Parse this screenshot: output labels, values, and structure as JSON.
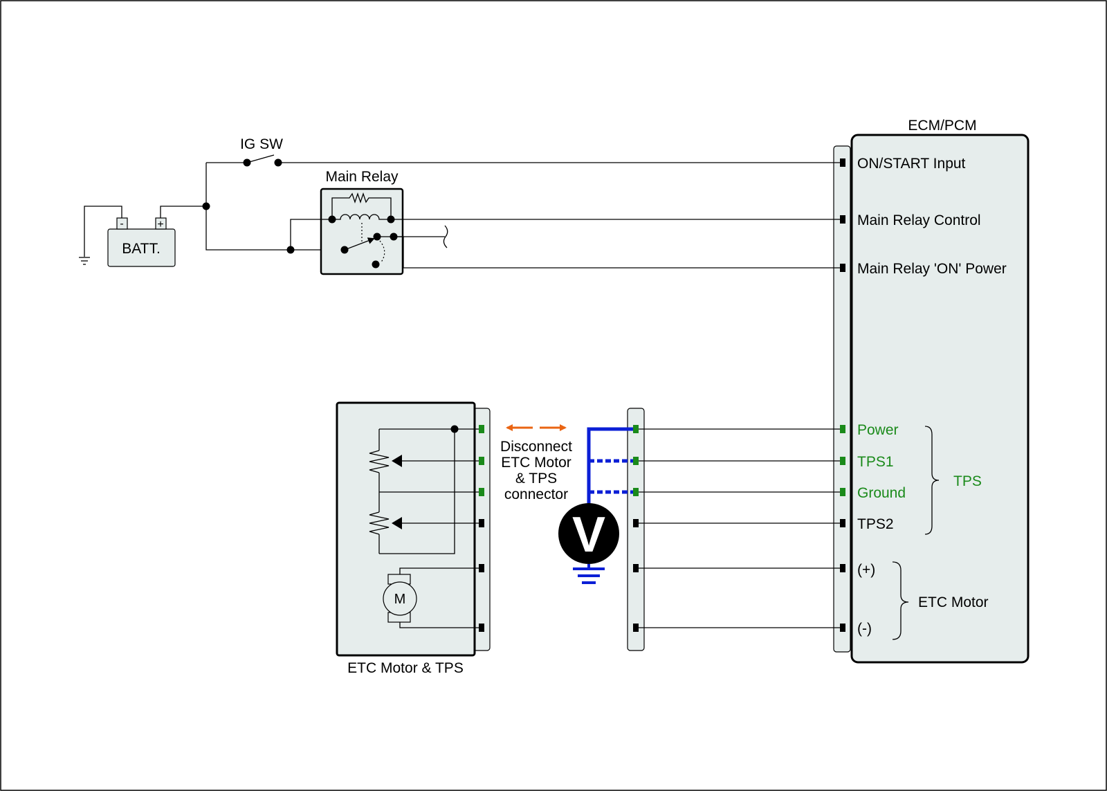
{
  "labels": {
    "ig_sw": "IG SW",
    "main_relay": "Main Relay",
    "battery": "BATT.",
    "battery_neg": "-",
    "battery_pos": "+",
    "ecm": "ECM/PCM",
    "etc_box": "ETC Motor & TPS",
    "motor": "M",
    "voltmeter": "V",
    "disconnect_line1": "Disconnect",
    "disconnect_line2": "ETC Motor",
    "disconnect_line3": "& TPS",
    "disconnect_line4": "connector",
    "tps_group": "TPS",
    "etc_motor_group": "ETC Motor"
  },
  "ecm_pins": {
    "on_start": "ON/START Input",
    "relay_control": "Main Relay Control",
    "relay_on_power": "Main Relay 'ON' Power",
    "power": "Power",
    "tps1": "TPS1",
    "ground": "Ground",
    "tps2": "TPS2",
    "motor_pos": "(+)",
    "motor_neg": "(-)"
  },
  "colors": {
    "tps_green": "#1a8a1a",
    "probe_blue": "#0b1fd6",
    "arrow_orange": "#ea6412",
    "panel_fill": "#e6edec"
  }
}
